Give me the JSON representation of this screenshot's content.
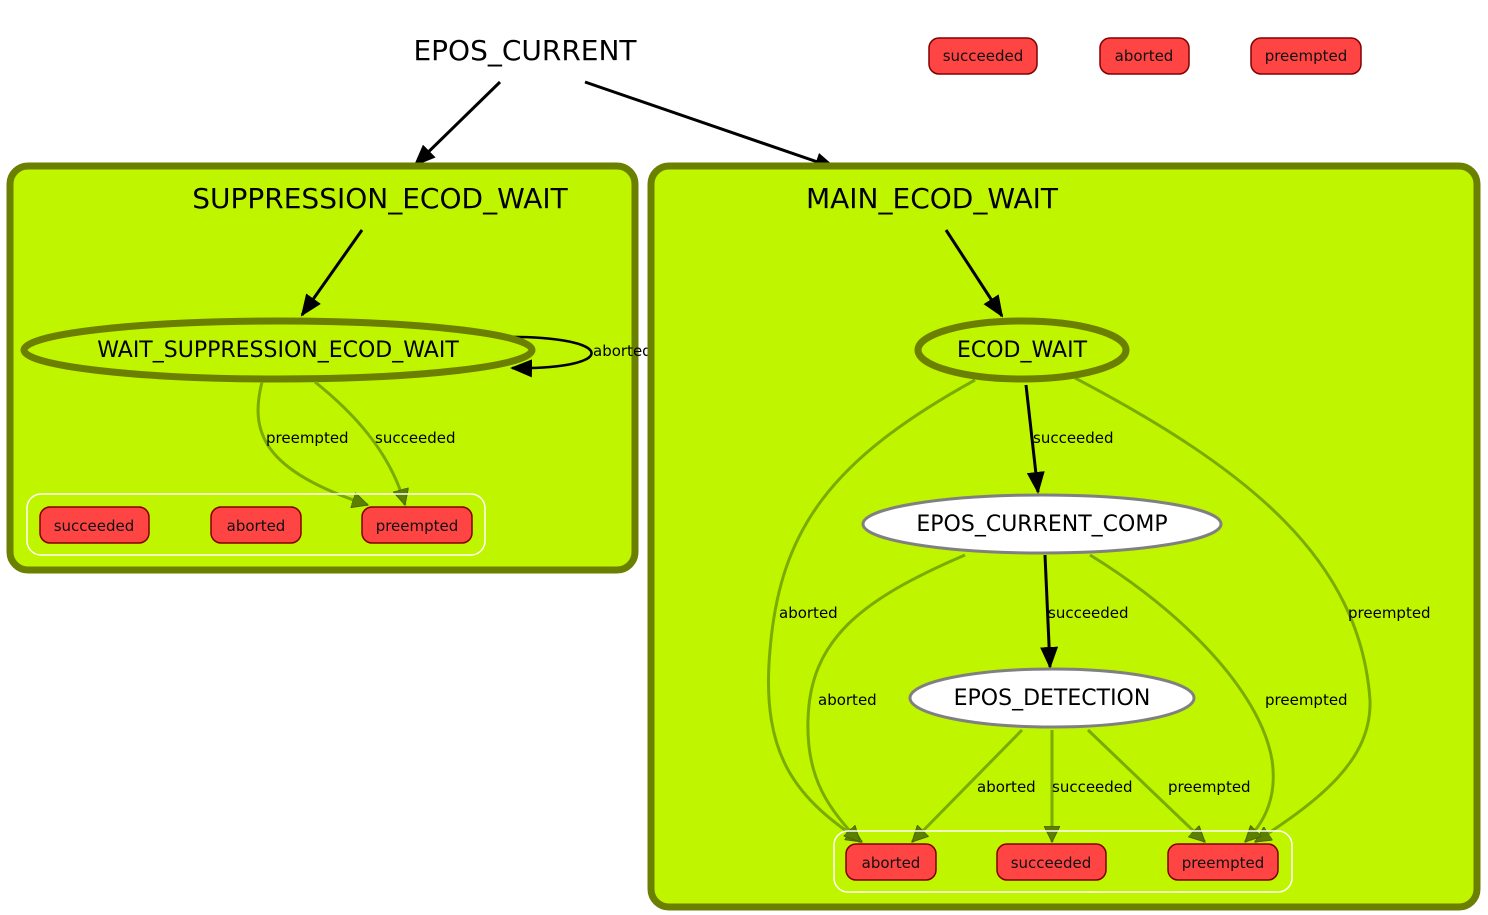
{
  "diagram": {
    "root_title": "EPOS_CURRENT",
    "root_outcomes": [
      "succeeded",
      "aborted",
      "preempted"
    ],
    "containers": {
      "suppression": {
        "title": "SUPPRESSION_ECOD_WAIT",
        "state": "WAIT_SUPPRESSION_ECOD_WAIT",
        "self_loop_label": "aborted",
        "edge_labels": {
          "preempted": "preempted",
          "succeeded": "succeeded"
        },
        "outcomes": [
          "succeeded",
          "aborted",
          "preempted"
        ]
      },
      "main": {
        "title": "MAIN_ECOD_WAIT",
        "states": {
          "ecod_wait": "ECOD_WAIT",
          "current_comp": "EPOS_CURRENT_COMP",
          "detection": "EPOS_DETECTION"
        },
        "edge_labels": {
          "ecod_succeeded": "succeeded",
          "ecod_aborted": "aborted",
          "ecod_preempted": "preempted",
          "comp_succeeded": "succeeded",
          "comp_aborted": "aborted",
          "comp_preempted": "preempted",
          "det_aborted": "aborted",
          "det_succeeded": "succeeded",
          "det_preempted": "preempted"
        },
        "outcomes": [
          "aborted",
          "succeeded",
          "preempted"
        ]
      }
    },
    "colors": {
      "container_fill": "#c0f500",
      "container_border": "#6b7f00",
      "outcome_fill": "#ff4444",
      "outcome_border": "#800000",
      "edge_green": "#7aab00",
      "edge_black": "#000000"
    }
  }
}
